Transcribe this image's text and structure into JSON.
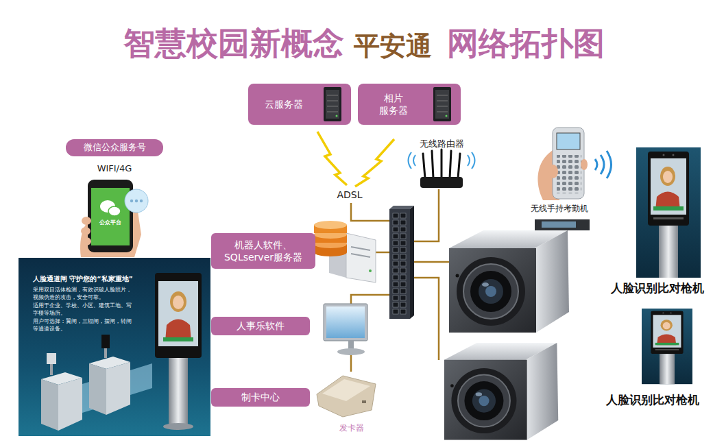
{
  "diagram": {
    "title": "智慧校园新概念",
    "nodes": [
      {
        "text": [
          "云服务器"
        ]
      },
      {
        "text": [
          "相片 服务器"
        ]
      },
      {
        "text": [
          "微信公众服务号"
        ]
      },
      {
        "text": [
          "机器人软件、 SQLserver服务器"
        ]
      },
      {
        "text": [
          "人事乐软件"
        ]
      },
      {
        "text": [
          "制卡中心"
        ]
      }
    ],
    "labels": [
      "平安通",
      "网络拓扑图",
      "WIFI/4G",
      "ADSL",
      "无线路由器",
      "无线手持考勤机",
      "人脸识别比对枪机",
      "人脸识别比对枪机",
      "发卡器",
      "公众平台",
      "人脸通道闸 守护您的“私家重地”",
      "采用双目活体检测，有效识破人脸照片，视频伪造的攻击，安全可靠。",
      "适用于企业、学校、小区、建筑工地、写字楼等场所。",
      "用户可选择：翼闸，三辊闸，摆闸，转闸等通道设备。"
    ]
  }
}
